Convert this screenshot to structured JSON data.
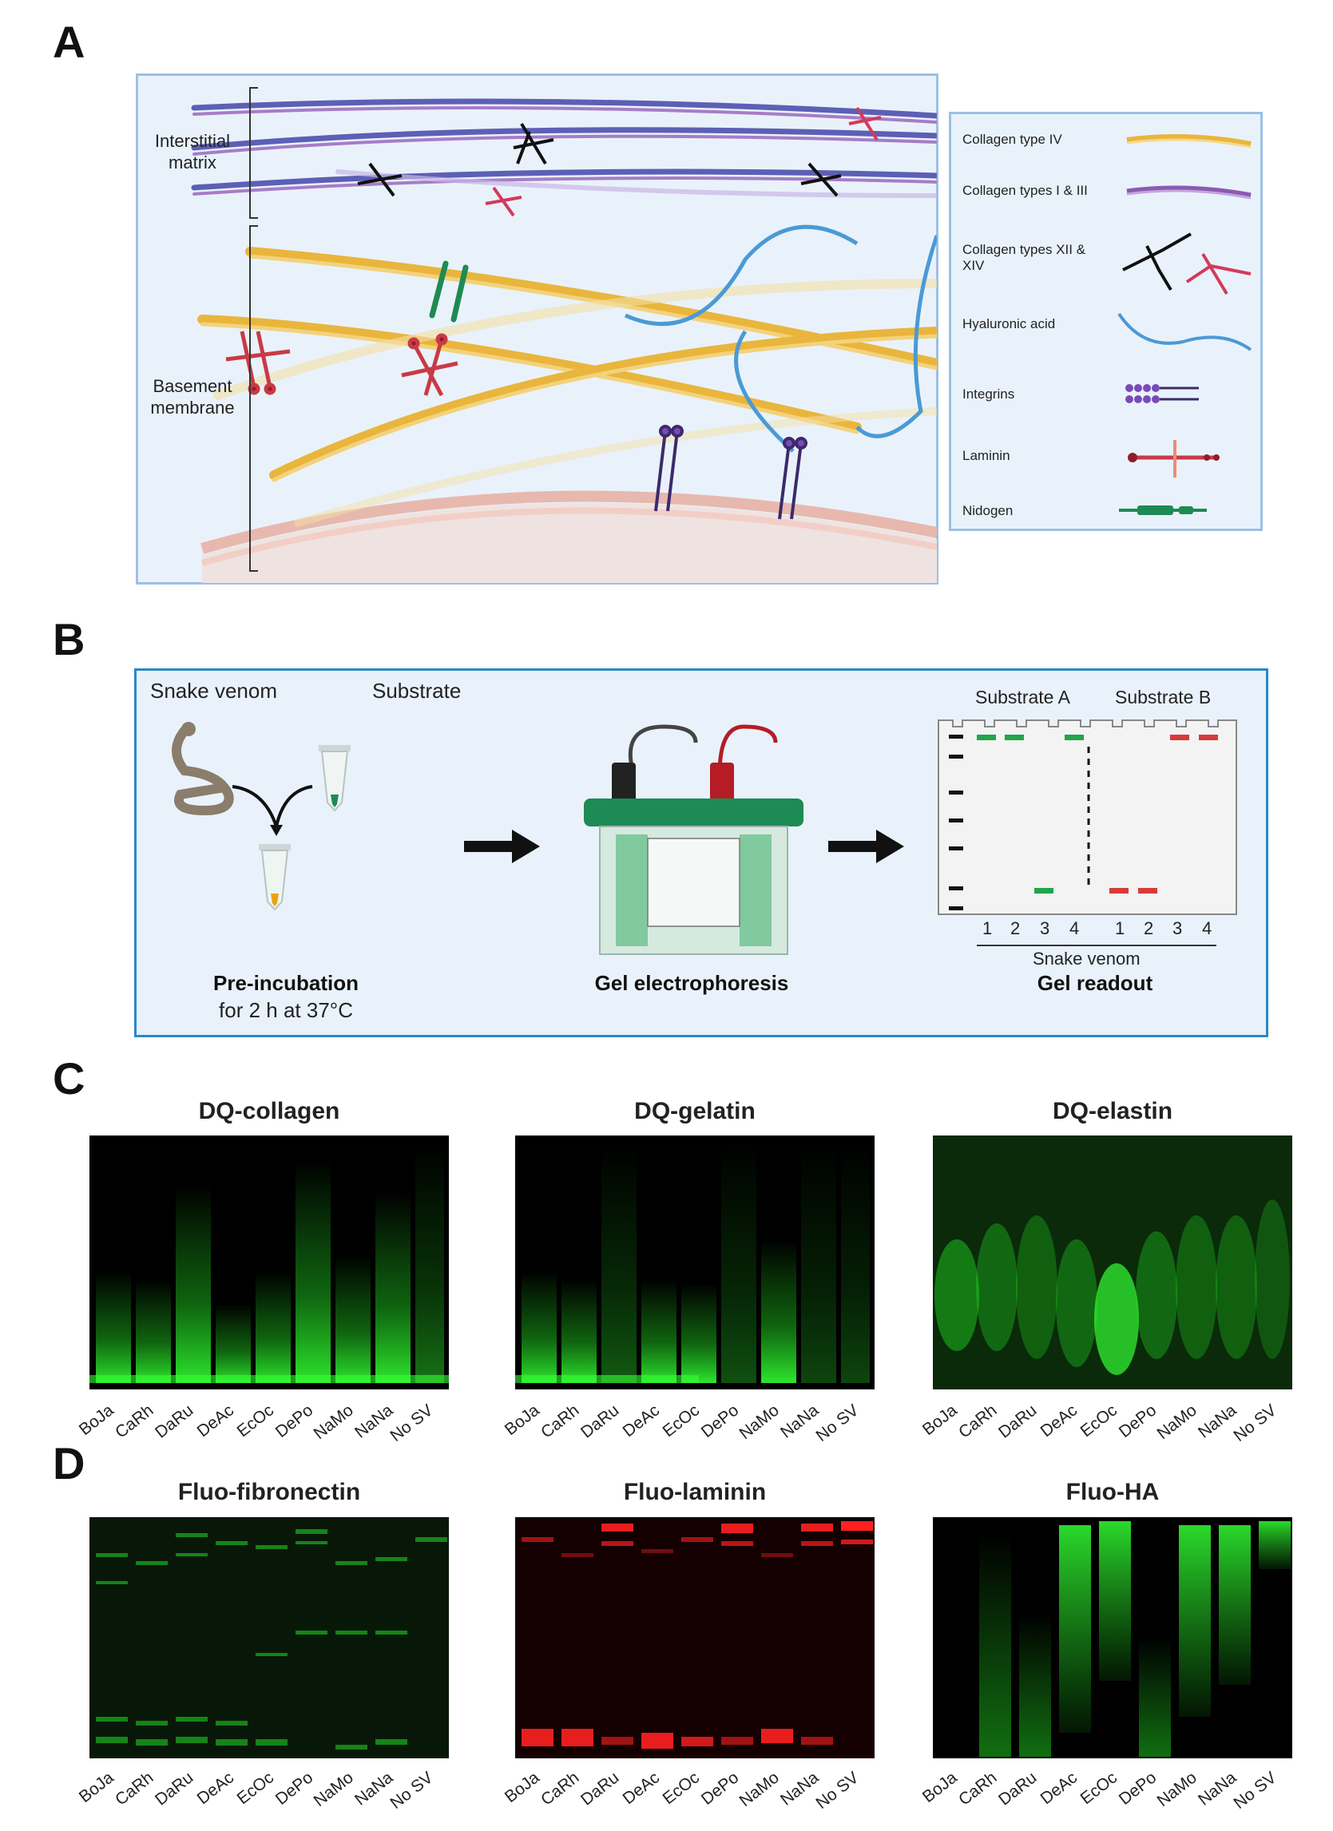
{
  "panels": {
    "a": "A",
    "b": "B",
    "c": "C",
    "d": "D"
  },
  "panel_a": {
    "side_labels": [
      "Interstitial matrix",
      "Basement membrane"
    ],
    "legend": [
      {
        "label": "Collagen type IV",
        "icon": "collagen-iv-icon",
        "color": "#e9b53c"
      },
      {
        "label": "Collagen types I & III",
        "icon": "collagen-i-iii-icon",
        "color": "#8a5bb0"
      },
      {
        "label": "Collagen types XII & XIV",
        "icon": "collagen-xii-xiv-icon",
        "color": "#d33a5a"
      },
      {
        "label": "Hyaluronic acid",
        "icon": "hyaluronic-acid-icon",
        "color": "#4a9ad4"
      },
      {
        "label": "Integrins",
        "icon": "integrin-icon",
        "color": "#6a3aa0"
      },
      {
        "label": "Laminin",
        "icon": "laminin-icon",
        "color": "#b8303a"
      },
      {
        "label": "Nidogen",
        "icon": "nidogen-icon",
        "color": "#1e8a55"
      }
    ]
  },
  "panel_b": {
    "snake_venom": "Snake venom",
    "substrate": "Substrate",
    "step1_title": "Pre-incubation",
    "step1_sub": "for 2 h at 37°C",
    "step2_title": "Gel electrophoresis",
    "step3_title": "Gel readout",
    "substrate_a": "Substrate A",
    "substrate_b": "Substrate B",
    "lane_numbers": [
      "1",
      "2",
      "3",
      "4",
      "1",
      "2",
      "3",
      "4"
    ],
    "axis_label": "Snake venom"
  },
  "lanes": [
    "BoJa",
    "CaRh",
    "DaRu",
    "DeAc",
    "EcOc",
    "DePo",
    "NaMo",
    "NaNa",
    "No SV"
  ],
  "gels": [
    {
      "title": "DQ-collagen",
      "color": "#22dd22"
    },
    {
      "title": "DQ-gelatin",
      "color": "#22dd22"
    },
    {
      "title": "DQ-elastin",
      "color": "#22dd22"
    },
    {
      "title": "Fluo-fibronectin",
      "color": "#22dd22"
    },
    {
      "title": "Fluo-laminin",
      "color": "#ff2020"
    },
    {
      "title": "Fluo-HA",
      "color": "#22dd22"
    }
  ]
}
